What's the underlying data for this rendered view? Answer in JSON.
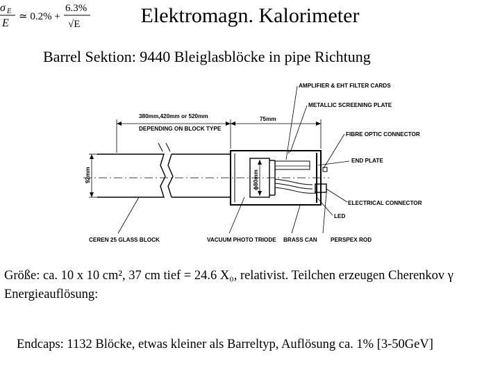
{
  "page": {
    "title": "Elektromagn. Kalorimeter",
    "subtitle": "Barrel Sektion: 9440 Bleiglasblöcke in pipe Richtung",
    "size_line": "Größe: ca. 10 x 10 cm², 37 cm tief = 24.6 X₀, relativist. Teilchen erzeugen Cherenkov γ",
    "energy_label": "Energieauflösung:",
    "endcaps": "Endcaps: 1132 Blöcke, etwas kleiner als Barreltyp, Auflösung ca. 1% [3-50GeV]"
  },
  "formula": {
    "numerator": "σ",
    "subscript": "E",
    "denominator": "E",
    "approx": "≃ 0.2% +",
    "term_numerator": "6.3%",
    "term_denominator": "√E"
  },
  "diagram": {
    "labels": {
      "amplifier": "AMPLIFIER & EHT FILTER CARDS",
      "screening": "METALLIC SCREENING PLATE",
      "fibre": "FIBRE OPTIC CONNECTOR",
      "endplate": "END PLATE",
      "electrical": "ELECTRICAL CONNECTOR",
      "led": "LED",
      "ceren": "CEREN 25 GLASS BLOCK",
      "triode": "VACUUM PHOTO TRIODE",
      "brass": "BRASS CAN",
      "perspex": "PERSPEX ROD"
    },
    "dimensions": {
      "length_line1": "380mm,420mm or 520mm",
      "length_line2": "DEPENDING ON BLOCK TYPE",
      "can_length": "75mm",
      "height": "92mm",
      "diameter": "ϕ80mm"
    }
  }
}
